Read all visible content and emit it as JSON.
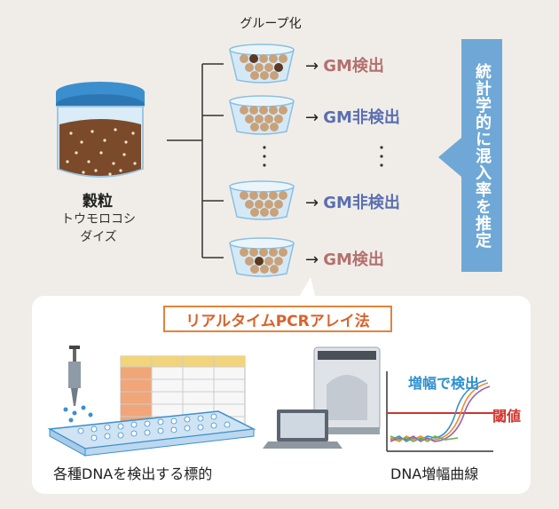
{
  "grain": {
    "title": "穀粒",
    "subtitle_line1": "トウモロコシ",
    "subtitle_line2": "ダイズ"
  },
  "grouping": {
    "label": "グループ化",
    "arrow": "→",
    "rows": [
      {
        "result": "GM検出",
        "status": "detected"
      },
      {
        "result": "GM非検出",
        "status": "not_detected"
      },
      {
        "result": "GM非検出",
        "status": "not_detected"
      },
      {
        "result": "GM検出",
        "status": "detected"
      }
    ],
    "ellipsis": "⋮"
  },
  "estimate_banner": "統計学的に混入率を推定",
  "panel": {
    "title": "リアルタイムPCRアレイ法",
    "left_caption": "各種DNAを検出する標的",
    "right_caption": "DNA増幅曲線",
    "amplification_label": "増幅で検出",
    "threshold_label": "閾値"
  },
  "colors": {
    "detected": "#b3706e",
    "not_detected": "#5a6fb0",
    "banner": "#6fa8d6",
    "panel_accent": "#e0843a",
    "threshold": "#d2332c",
    "amplification": "#2d8fd0"
  }
}
